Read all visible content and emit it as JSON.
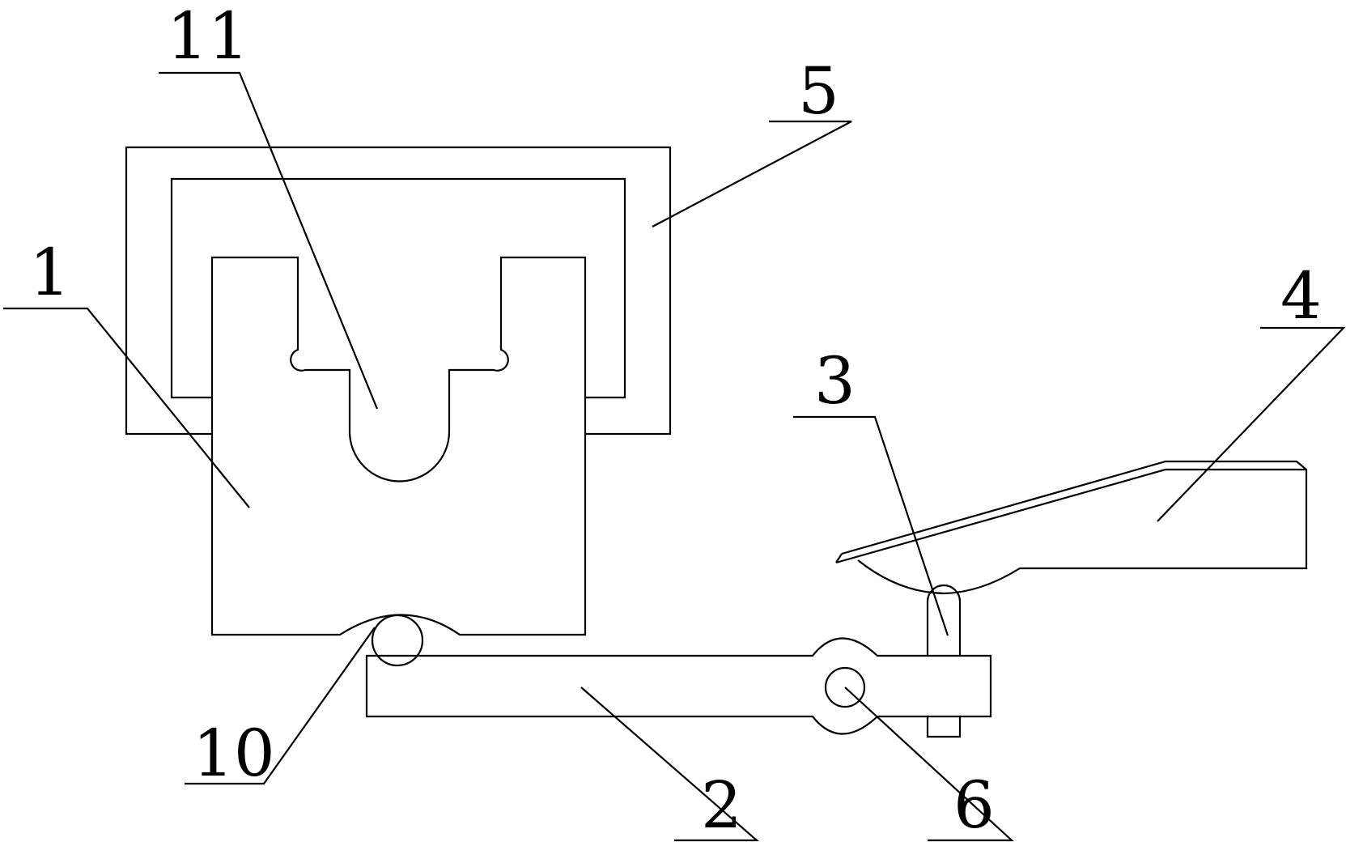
{
  "labels": {
    "part_1": "1",
    "part_2": "2",
    "part_3": "3",
    "part_4": "4",
    "part_5": "5",
    "part_6": "6",
    "part_10": "10",
    "part_11": "11"
  },
  "colors": {
    "line": "#000000",
    "background": "#ffffff"
  }
}
